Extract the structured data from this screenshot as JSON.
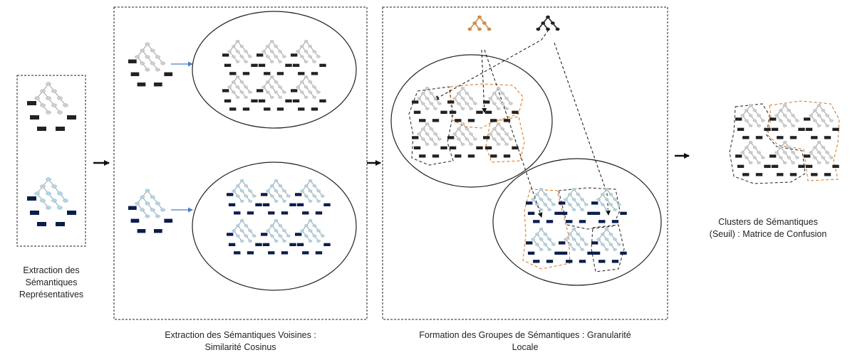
{
  "captions": {
    "step1": [
      "Extraction des",
      "Sémantiques",
      "Représentatives"
    ],
    "step2": [
      "Extraction des Sémantiques Voisines :",
      "Similarité Cosinus"
    ],
    "step3": [
      "Formation des Groupes de Sémantiques : Granularité",
      "Locale"
    ],
    "step4": [
      "Clusters de Sémantiques",
      "(Seuil) : Matrice de Confusion"
    ]
  },
  "colors": {
    "grey_node": "#cfcfcf",
    "grey_leaf": "#222222",
    "blue_node": "#a9d9ee",
    "blue_leaf": "#0b1d4a",
    "orange_tree": "#d08a4a",
    "black_tree": "#222222",
    "orange_outline": "#e07b24",
    "black_outline": "#333333",
    "arrow_blue": "#4a7fc1"
  }
}
